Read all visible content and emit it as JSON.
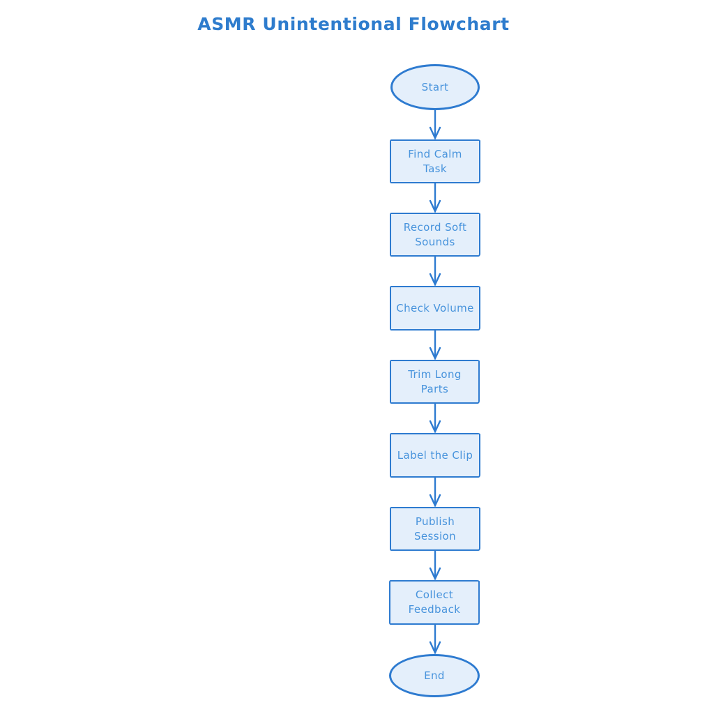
{
  "page": {
    "background": "#ffffff"
  },
  "colors": {
    "stroke": "#2e7bd0",
    "fill": "#e4effb",
    "node-text": "#4793dc",
    "title-text": "#2e7ccd"
  },
  "title": "ASMR Unintentional Flowchart",
  "flowchart": {
    "nodes": [
      {
        "id": "start",
        "type": "ellipse",
        "label": "Start"
      },
      {
        "id": "find-calm-task",
        "type": "process",
        "label": "Find Calm Task"
      },
      {
        "id": "record-soft-sounds",
        "type": "process",
        "label": "Record Soft Sounds"
      },
      {
        "id": "check-volume",
        "type": "process",
        "label": "Check Volume"
      },
      {
        "id": "trim-long-parts",
        "type": "process",
        "label": "Trim Long Parts"
      },
      {
        "id": "label-the-clip",
        "type": "process",
        "label": "Label the Clip"
      },
      {
        "id": "publish-session",
        "type": "process",
        "label": "Publish Session"
      },
      {
        "id": "collect-feedback",
        "type": "process",
        "label": "Collect Feedback"
      },
      {
        "id": "end",
        "type": "ellipse",
        "label": "End"
      }
    ],
    "edges": [
      {
        "from": "start",
        "to": "find-calm-task"
      },
      {
        "from": "find-calm-task",
        "to": "record-soft-sounds"
      },
      {
        "from": "record-soft-sounds",
        "to": "check-volume"
      },
      {
        "from": "check-volume",
        "to": "trim-long-parts"
      },
      {
        "from": "trim-long-parts",
        "to": "label-the-clip"
      },
      {
        "from": "label-the-clip",
        "to": "publish-session"
      },
      {
        "from": "publish-session",
        "to": "collect-feedback"
      },
      {
        "from": "collect-feedback",
        "to": "end"
      }
    ]
  }
}
